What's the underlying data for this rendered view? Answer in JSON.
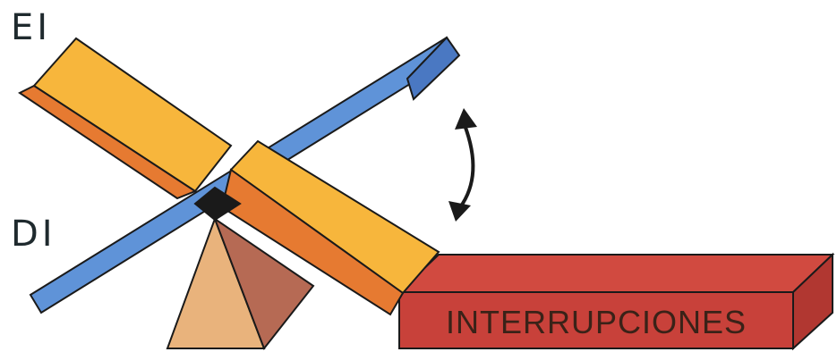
{
  "labels": {
    "top": "EI",
    "bottom": "DI",
    "box": "INTERRUPCIONES"
  },
  "icons": {
    "pivot": "pyramid-fulcrum-icon",
    "motion": "double-arrow-icon"
  },
  "colors": {
    "yellow_top": "#f7b63c",
    "yellow_side": "#e67a31",
    "blue_top": "#5f93d8",
    "blue_side": "#4a78c2",
    "red_top": "#d14a40",
    "red_front": "#c8413a",
    "red_side": "#b13731",
    "pyramid_light": "#e9b37c",
    "pyramid_dark": "#b66a54",
    "outline": "#1a1a1a"
  }
}
